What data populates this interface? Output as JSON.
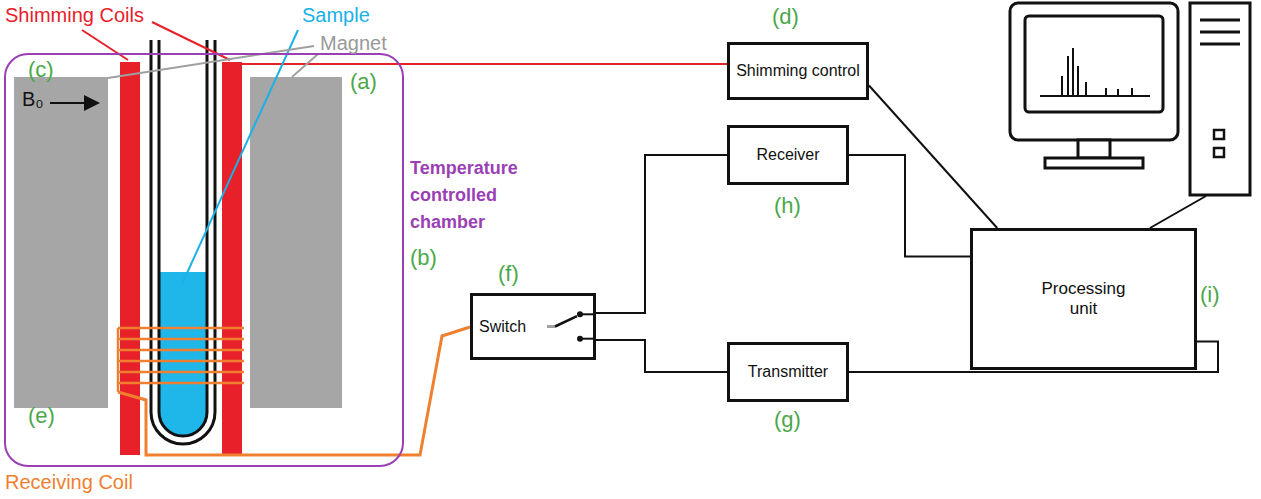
{
  "diagram": {
    "nodes": [
      {
        "text": [
          "Temperature controlled chamber"
        ]
      },
      {
        "text": [
          "Shimming control"
        ]
      },
      {
        "text": [
          "Switch"
        ]
      },
      {
        "text": [
          "Receiver"
        ]
      },
      {
        "text": [
          "Transmitter"
        ]
      },
      {
        "text": [
          "Processing unit"
        ]
      }
    ],
    "edges": [
      {
        "from": 1,
        "to": 5,
        "arrow": "none"
      },
      {
        "from": 3,
        "to": 5,
        "arrow": "none"
      },
      {
        "from": 4,
        "to": 5,
        "arrow": "none"
      },
      {
        "from": 2,
        "to": 3,
        "arrow": "none"
      },
      {
        "from": 2,
        "to": 4,
        "arrow": "none"
      }
    ],
    "labels": [
      "Shimming Coils",
      "Sample",
      "Magnet",
      "(a)",
      "(c)",
      "B₀",
      "(b)",
      "(d)",
      "(f)",
      "(h)",
      "(i)",
      "(e)",
      "(g)",
      "Receiving Coil"
    ]
  }
}
